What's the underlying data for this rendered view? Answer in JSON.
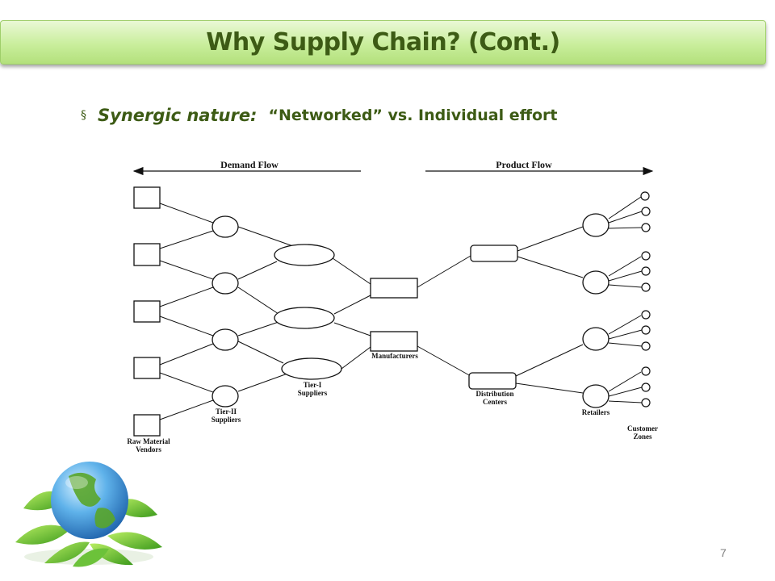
{
  "slide": {
    "title": "Why Supply Chain? (Cont.)",
    "bullet_marker": "§",
    "bullet_label": "Synergic nature:",
    "bullet_text": "“Networked” vs. Individual effort",
    "page_number": "7"
  },
  "diagram": {
    "demand_flow": "Demand Flow",
    "product_flow": "Product Flow",
    "raw_material_1": "Raw Material",
    "raw_material_2": "Vendors",
    "tier2_1": "Tier-II",
    "tier2_2": "Suppliers",
    "tier1_1": "Tier-I",
    "tier1_2": "Suppliers",
    "manufacturers": "Manufacturers",
    "distribution_1": "Distribution",
    "distribution_2": "Centers",
    "retailers": "Retailers",
    "customer_1": "Customer",
    "customer_2": "Zones"
  },
  "icon": "globe-with-leaves-icon"
}
